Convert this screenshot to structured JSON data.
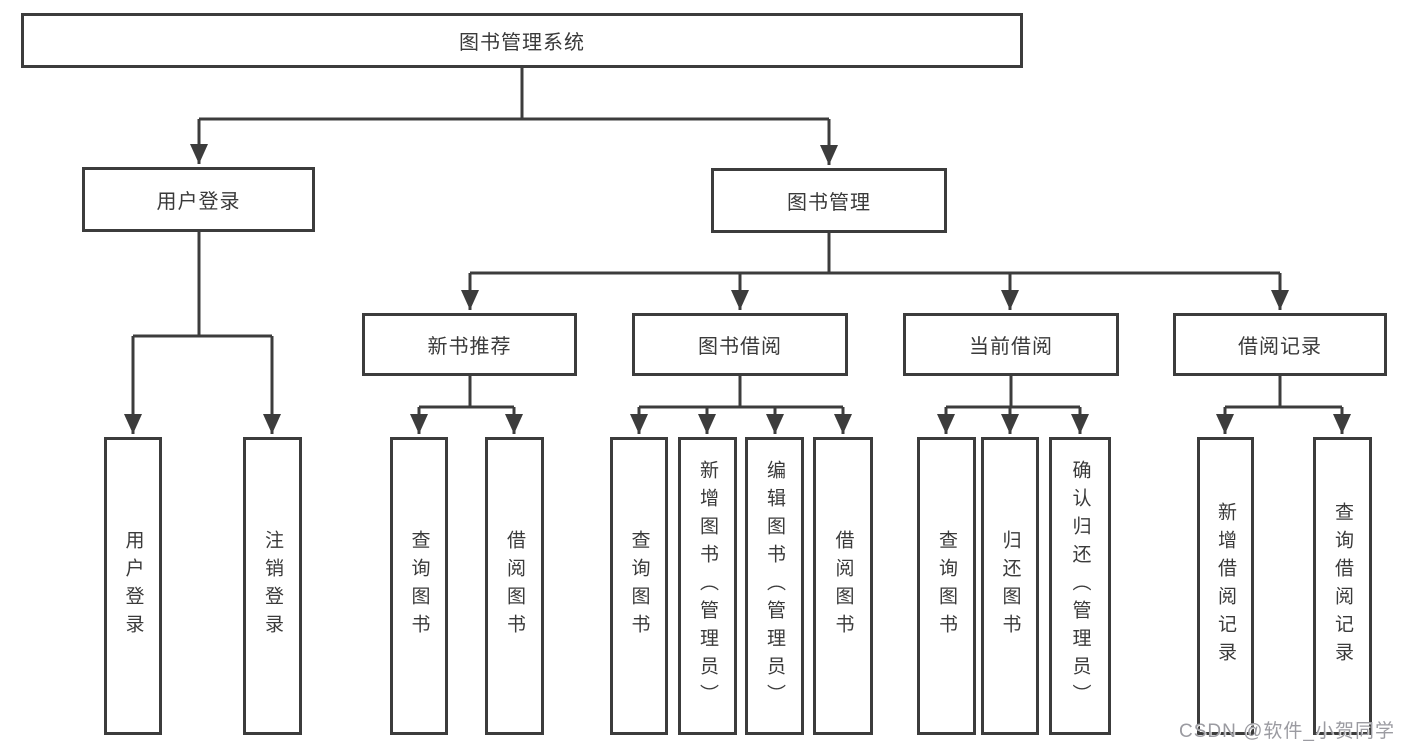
{
  "diagram": {
    "type": "tree",
    "root": {
      "label": "图书管理系统"
    },
    "branches": [
      {
        "label": "用户登录",
        "children": [
          {
            "label": "用户登录"
          },
          {
            "label": "注销登录"
          }
        ]
      },
      {
        "label": "图书管理",
        "children": [
          {
            "label": "新书推荐",
            "children": [
              {
                "label": "查询图书"
              },
              {
                "label": "借阅图书"
              }
            ]
          },
          {
            "label": "图书借阅",
            "children": [
              {
                "label": "查询图书"
              },
              {
                "label": "新增图书（管理员）"
              },
              {
                "label": "编辑图书（管理员）"
              },
              {
                "label": "借阅图书"
              }
            ]
          },
          {
            "label": "当前借阅",
            "children": [
              {
                "label": "查询图书"
              },
              {
                "label": "归还图书"
              },
              {
                "label": "确认归还（管理员）"
              }
            ]
          },
          {
            "label": "借阅记录",
            "children": [
              {
                "label": "新增借阅记录"
              },
              {
                "label": "查询借阅记录"
              }
            ]
          }
        ]
      }
    ],
    "colors": {
      "line": "#3c3c3c",
      "text": "#3a3a3a",
      "background": "#ffffff",
      "watermark": "#9b9ba1"
    },
    "watermark": "CSDN @软件_小贺同学"
  }
}
